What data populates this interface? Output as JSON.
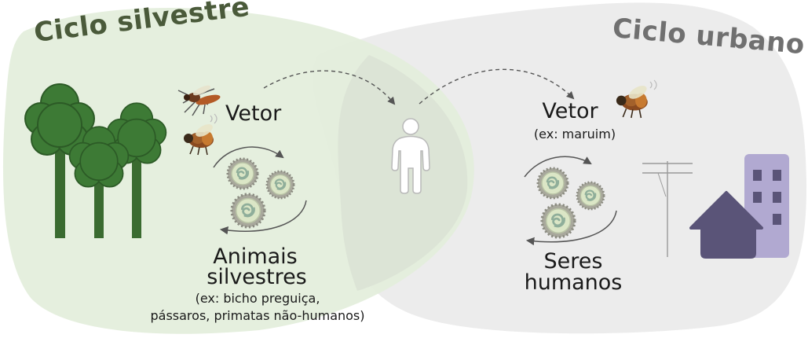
{
  "sylvatic": {
    "title": "Ciclo silvestre",
    "vector_label": "Vetor",
    "host_label_line1": "Animais",
    "host_label_line2": "silvestres",
    "host_example_line1": "(ex: bicho preguiça,",
    "host_example_line2": "pássaros, primatas não-humanos)"
  },
  "urban": {
    "title": "Ciclo urbano",
    "vector_label": "Vetor",
    "vector_example": "(ex: maruim)",
    "host_label_line1": "Seres",
    "host_label_line2": "humanos"
  },
  "colors": {
    "sylvatic_region": "#e3eedb",
    "urban_region": "#ececec",
    "overlap": "#d9e0d3",
    "tree_foliage": "#3d7a35",
    "tree_trunk": "#3a6b30",
    "house": "#5a5478",
    "building": "#b1a9d1",
    "title_sylvatic": "#4a5a3a",
    "title_urban": "#707070"
  },
  "icons": [
    "tree-icon",
    "mosquito-icon",
    "midge-icon",
    "virus-icon",
    "person-icon",
    "house-icon",
    "building-icon",
    "power-pole-icon",
    "cycle-arrow-icon",
    "dashed-arrow-icon"
  ]
}
